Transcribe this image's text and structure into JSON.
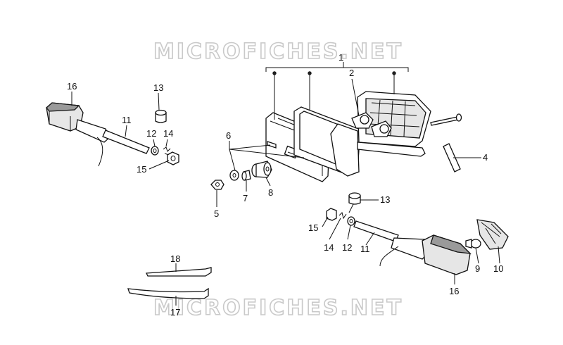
{
  "watermark": "MICROFICHES.NET",
  "labels": {
    "l1": "1",
    "l2": "2",
    "l4": "4",
    "l5": "5",
    "l6": "6",
    "l7": "7",
    "l8": "8",
    "l9": "9",
    "l10": "10",
    "l11a": "11",
    "l12a": "12",
    "l13a": "13",
    "l14a": "14",
    "l15a": "15",
    "l16a": "16",
    "l11b": "11",
    "l12b": "12",
    "l13b": "13",
    "l14b": "14",
    "l15b": "15",
    "l16b": "16",
    "l17": "17",
    "l18": "18"
  }
}
